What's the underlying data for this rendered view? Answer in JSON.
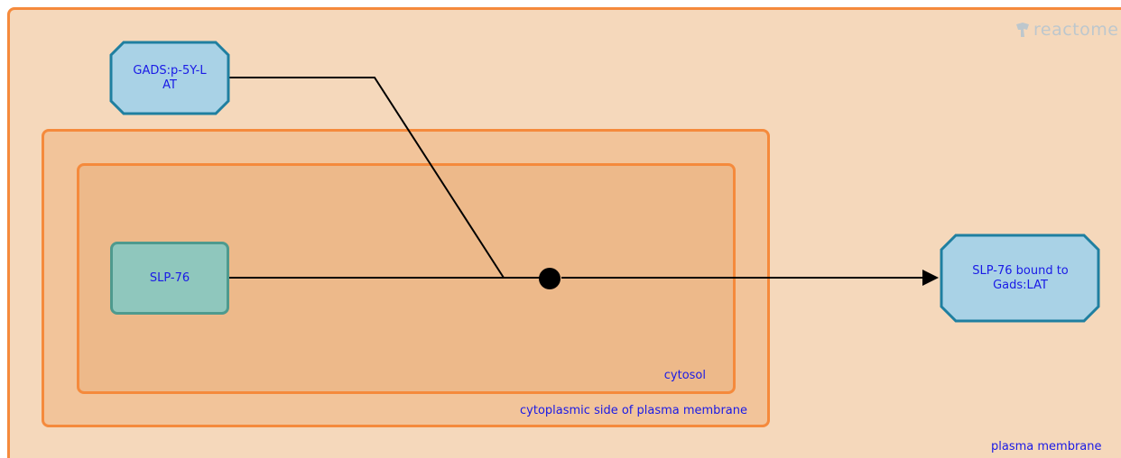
{
  "diagram": {
    "compartments": {
      "plasma_membrane": "plasma membrane",
      "cytoplasmic_side": "cytoplasmic side of plasma membrane",
      "cytosol": "cytosol"
    },
    "nodes": {
      "gads_lat": "GADS:p-5Y-LAT",
      "slp76": "SLP-76",
      "slp76_bound": "SLP-76 bound to Gads:LAT"
    },
    "logo_text": "reactome"
  },
  "colors": {
    "compartment_border": "#f58a3c",
    "label_text": "#1a1ae6",
    "complex_fill": "#a9d2e6",
    "complex_border": "#1f7fa0",
    "protein_fill": "#8fc7bd",
    "protein_border": "#4e9a8e"
  }
}
